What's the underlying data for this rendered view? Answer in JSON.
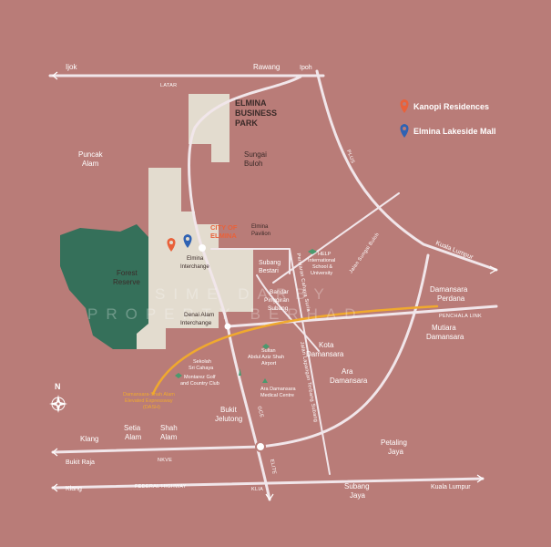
{
  "colors": {
    "background": "#b97c78",
    "zone": "#e3dccf",
    "forest": "#35705a",
    "road": "#f1e6ea",
    "highway_dash": "#f0a92e",
    "accent_orange": "#e9613a",
    "pin_orange": "#e9613a",
    "pin_blue": "#2f62b3"
  },
  "legend": {
    "items": [
      {
        "label": "Kanopi Residences",
        "icon": "map-pin-icon",
        "color": "#e9613a"
      },
      {
        "label": "Elmina Lakeside Mall",
        "icon": "map-pin-icon",
        "color": "#2f62b3"
      }
    ]
  },
  "compass": {
    "letter": "N",
    "icon": "compass-icon"
  },
  "watermark": {
    "line1": "SIME DARBY",
    "line2": "PROPERTY BERHAD"
  },
  "places": {
    "ijok": "Ijok",
    "rawang": "Rawang",
    "ipoh": "Ipoh",
    "latar": "LATAR",
    "elmina_bp_1": "ELMINA",
    "elmina_bp_2": "BUSINESS",
    "elmina_bp_3": "PARK",
    "puncak_alam_1": "Puncak",
    "puncak_alam_2": "Alam",
    "sungai_buloh_1": "Sungai",
    "sungai_buloh_2": "Buloh",
    "plus": "PLUS",
    "city_of_elmina_1": "CITY OF",
    "city_of_elmina_2": "ELMINA",
    "elmina_pavilion_1": "Elmina",
    "elmina_pavilion_2": "Pavilion",
    "jalan_sungai_buloh": "Jalan Sungai Buloh",
    "kuala_lumpur_ne": "Kuala Lumpur",
    "elmina_interchange_1": "Elmina",
    "elmina_interchange_2": "Interchange",
    "forest_reserve_1": "Forest",
    "forest_reserve_2": "Reserve",
    "subang_bestari_1": "Subang",
    "subang_bestari_2": "Bestari",
    "persiaran_cahaya": "Persiaran Cahaya Suria",
    "help_1": "HELP",
    "help_2": "International",
    "help_3": "School &",
    "help_4": "University",
    "bandar_1": "Bandar",
    "bandar_2": "Pinggiran",
    "bandar_3": "Subang",
    "damansara_perdana_1": "Damansara",
    "damansara_perdana_2": "Perdana",
    "penchala_link": "PENCHALA LINK",
    "denai_alam_1": "Denai Alam",
    "denai_alam_2": "Interchange",
    "mutiara_1": "Mutiara",
    "mutiara_2": "Damansara",
    "sekolah_1": "Sekolah",
    "sekolah_2": "Sri Cahaya",
    "sultan_1": "Sultan",
    "sultan_2": "Abdul Aziz Shah",
    "sultan_3": "Airport",
    "kota_1": "Kota",
    "kota_2": "Damansara",
    "ara_1": "Ara",
    "ara_2": "Damansara",
    "montarez_1": "Montarez Golf",
    "montarez_2": "and Country Club",
    "ara_med_1": "Ara Damansara",
    "ara_med_2": "Medical Centre",
    "dash_1": "Damansara-Shah Alam",
    "dash_2": "Elevated Expressway",
    "dash_3": "(DASH)",
    "jalan_lapangan": "Jalan Lapangan Terbang Subang",
    "gce": "GCE",
    "bukit_jelutong_1": "Bukit",
    "bukit_jelutong_2": "Jelutong",
    "klang_w": "Klang",
    "setia_1": "Setia",
    "setia_2": "Alam",
    "shah_1": "Shah",
    "shah_2": "Alam",
    "petaling_1": "Petaling",
    "petaling_2": "Jaya",
    "bukit_raja": "Bukit Raja",
    "nkve": "NKVE",
    "elite": "ELITE",
    "klang_sw": "Klang",
    "federal_highway": "FEDERAL HIGHWAY",
    "klia": "KLIA",
    "subang_jaya_1": "Subang",
    "subang_jaya_2": "Jaya",
    "kuala_lumpur_se": "Kuala Lumpur"
  }
}
